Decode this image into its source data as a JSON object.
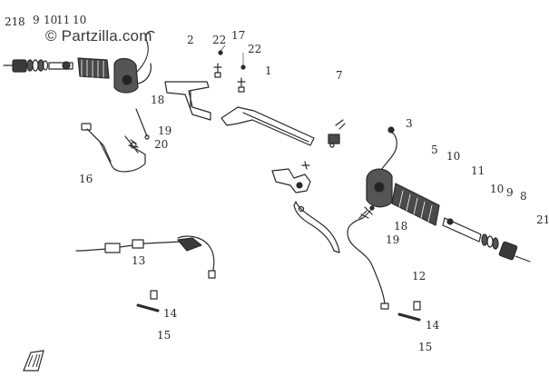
{
  "watermark": "© Partzilla.com",
  "callouts": {
    "c21a": "21",
    "c8a": "8",
    "c9a": "9",
    "c10a": "10",
    "c11a": "11",
    "c10b": "10",
    "c2": "2",
    "c22a": "22",
    "c17": "17",
    "c22b": "22",
    "c1": "1",
    "c7": "7",
    "c18a": "18",
    "c19a": "19",
    "c20": "20",
    "c16": "16",
    "c3": "3",
    "c5": "5",
    "c10c": "10",
    "c11b": "11",
    "c10d": "10",
    "c9b": "9",
    "c8b": "8",
    "c21b": "21",
    "c18b": "18",
    "c19b": "19",
    "c13": "13",
    "c12": "12",
    "c14a": "14",
    "c15a": "15",
    "c14b": "14",
    "c15b": "15"
  },
  "colors": {
    "line": "#2a2a2a",
    "background": "#ffffff",
    "shade": "#3a3a3a"
  },
  "icons": {
    "logo": "manufacturer-logo-icon"
  }
}
